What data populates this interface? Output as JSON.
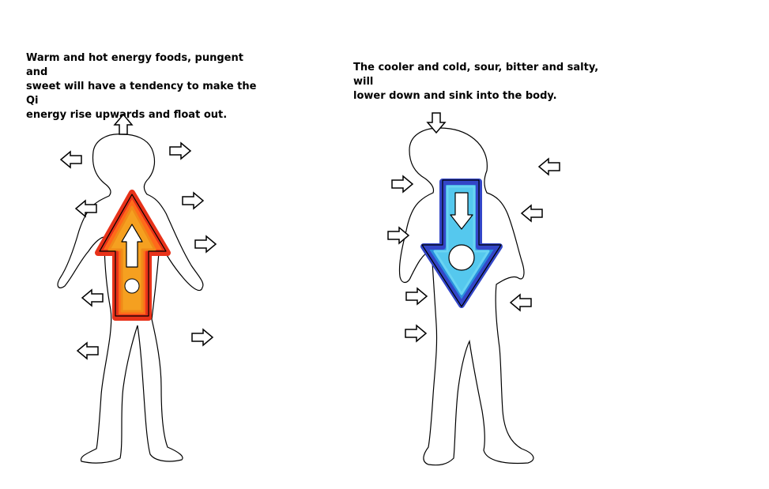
{
  "left_panel": {
    "caption": "Warm and hot energy foods, pungent and\nsweet will have a tendency to make the Qi\nenergy rise upwards and float out.",
    "theme": "warm",
    "colors": {
      "outer": "#e8321a",
      "inner": "#f5a020",
      "mid": "#ff6a1a"
    }
  },
  "right_panel": {
    "caption": "The cooler and cold, sour, bitter and salty, will\nlower down and sink into the body.",
    "theme": "cool",
    "colors": {
      "outer": "#3346c8",
      "inner": "#55c8ee",
      "mid": "#2a8ee0"
    }
  }
}
